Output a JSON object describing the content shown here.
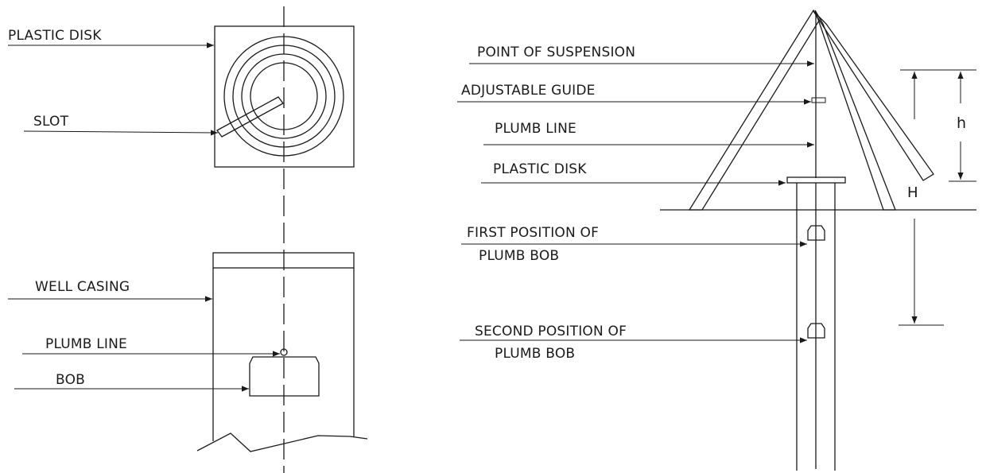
{
  "left_labels": {
    "plastic_disk": "PLASTIC DISK",
    "slot": "SLOT",
    "well_casing": "WELL CASING",
    "plumb_line": "PLUMB LINE",
    "bob": "BOB"
  },
  "right_labels": {
    "point_of_suspension": "POINT OF SUSPENSION",
    "adjustable_guide": "ADJUSTABLE GUIDE",
    "plumb_line": "PLUMB LINE",
    "plastic_disk": "PLASTIC DISK",
    "first_position_line1": "FIRST POSITION OF",
    "first_position_line2": "PLUMB BOB",
    "second_position_line1": "SECOND POSITION OF",
    "second_position_line2": "PLUMB BOB"
  },
  "dimensions": {
    "h": "h",
    "H": "H"
  }
}
